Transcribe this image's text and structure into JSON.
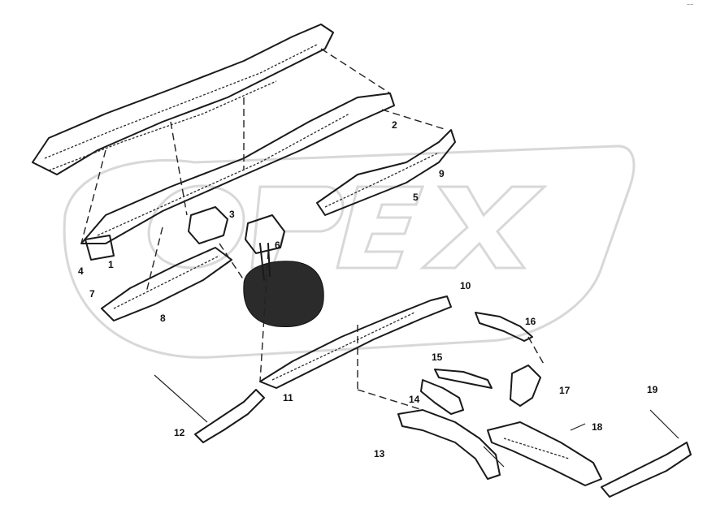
{
  "watermark": {
    "text": "OPEX"
  },
  "corner_mark": "~~",
  "callouts": [
    {
      "id": "c1",
      "text": "1"
    },
    {
      "id": "c2",
      "text": "2"
    },
    {
      "id": "c3",
      "text": "3"
    },
    {
      "id": "c4",
      "text": "4"
    },
    {
      "id": "c5",
      "text": "5"
    },
    {
      "id": "c6",
      "text": "6"
    },
    {
      "id": "c7",
      "text": "7"
    },
    {
      "id": "c8",
      "text": "8"
    },
    {
      "id": "c9",
      "text": "9"
    },
    {
      "id": "c10",
      "text": "10"
    },
    {
      "id": "c11",
      "text": "11"
    },
    {
      "id": "c12",
      "text": "12"
    },
    {
      "id": "c13",
      "text": "13"
    },
    {
      "id": "c14",
      "text": "14"
    },
    {
      "id": "c15",
      "text": "15"
    },
    {
      "id": "c16",
      "text": "16"
    },
    {
      "id": "c17",
      "text": "17"
    },
    {
      "id": "c18",
      "text": "18"
    },
    {
      "id": "c19",
      "text": "19"
    }
  ]
}
